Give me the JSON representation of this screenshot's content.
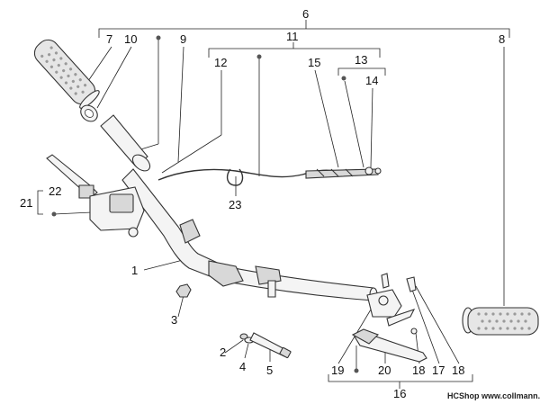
{
  "labels": {
    "l1": "1",
    "l2": "2",
    "l3": "3",
    "l4": "4",
    "l5": "5",
    "l6": "6",
    "l7": "7",
    "l8": "8",
    "l9": "9",
    "l10": "10",
    "l11": "11",
    "l12": "12",
    "l13": "13",
    "l14": "14",
    "l15": "15",
    "l16": "16",
    "l17": "17",
    "l18a": "18",
    "l18b": "18",
    "l19": "19",
    "l20": "20",
    "l21": "21",
    "l22": "22",
    "l23": "23"
  },
  "watermark": "HCShop www.collmann.eu"
}
